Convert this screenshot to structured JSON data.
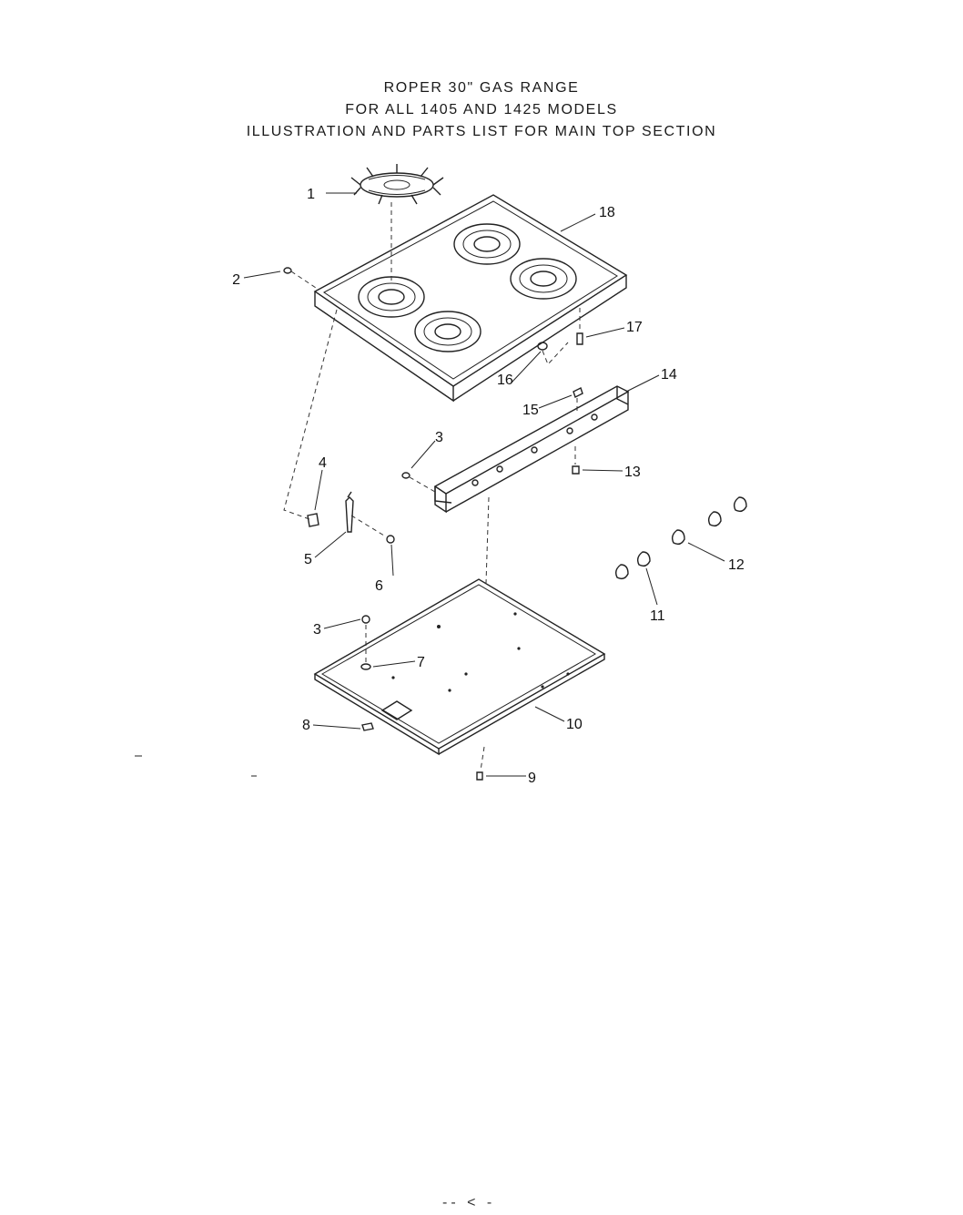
{
  "title": {
    "line1": "ROPER 30\" GAS RANGE",
    "line2": "FOR ALL 1405     AND 1425     MODELS",
    "line3": "ILLUSTRATION AND PARTS LIST FOR MAIN TOP SECTION"
  },
  "callouts": [
    "1",
    "2",
    "18",
    "17",
    "16",
    "15",
    "14",
    "3",
    "13",
    "4",
    "5",
    "6",
    "12",
    "11",
    "3",
    "7",
    "8",
    "10",
    "9"
  ],
  "footer": "-- < -"
}
